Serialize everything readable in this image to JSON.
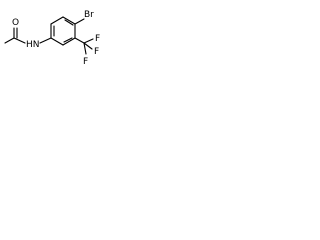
{
  "molecule": {
    "atoms": {
      "oxygen": "O",
      "nitrogen_hydrogen": "HN",
      "bromine": "Br",
      "fluorine_1": "F",
      "fluorine_2": "F",
      "fluorine_3": "F"
    }
  },
  "colors": {
    "bond": "#000000",
    "text": "#000000",
    "background": "#ffffff"
  }
}
